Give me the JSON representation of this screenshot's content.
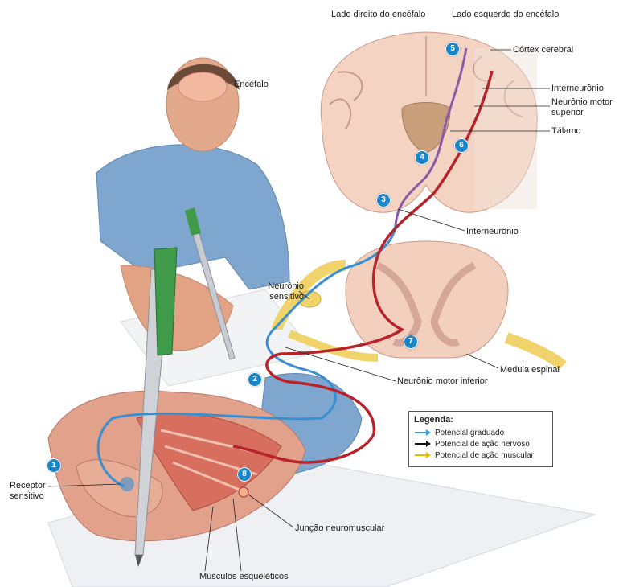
{
  "header": {
    "right_brain": "Lado direito do encéfalo",
    "left_brain": "Lado esquerdo do encéfalo"
  },
  "labels": {
    "encefalo": "Encéfalo",
    "cortex": "Córtex cerebral",
    "interneuron_top": "Interneurônio",
    "upper_motor": "Neurônio motor superior",
    "thalamus": "Tálamo",
    "interneuron_mid": "Interneurônio",
    "sensory_neuron": "Neurônio sensitivo",
    "lower_motor": "Neurônio motor inferior",
    "spinal_cord": "Medula espinal",
    "receptor": "Receptor sensitivo",
    "nmj": "Junção neuromuscular",
    "muscles": "Músculos esqueléticos"
  },
  "steps": [
    "1",
    "2",
    "3",
    "4",
    "5",
    "6",
    "7",
    "8"
  ],
  "legend": {
    "title": "Legenda:",
    "items": [
      {
        "label": "Potencial graduado",
        "color": "#3aa0d8"
      },
      {
        "label": "Potencial de ação nervoso",
        "color": "#111111"
      },
      {
        "label": "Potencial de ação muscular",
        "color": "#e8b800"
      }
    ]
  },
  "colors": {
    "step_badge": "#1a86c8",
    "sensory_path": "#3a8fd0",
    "motor_path": "#b8232a",
    "interneuron_path": "#8b5aa8",
    "nerve": "#f1d36b"
  }
}
